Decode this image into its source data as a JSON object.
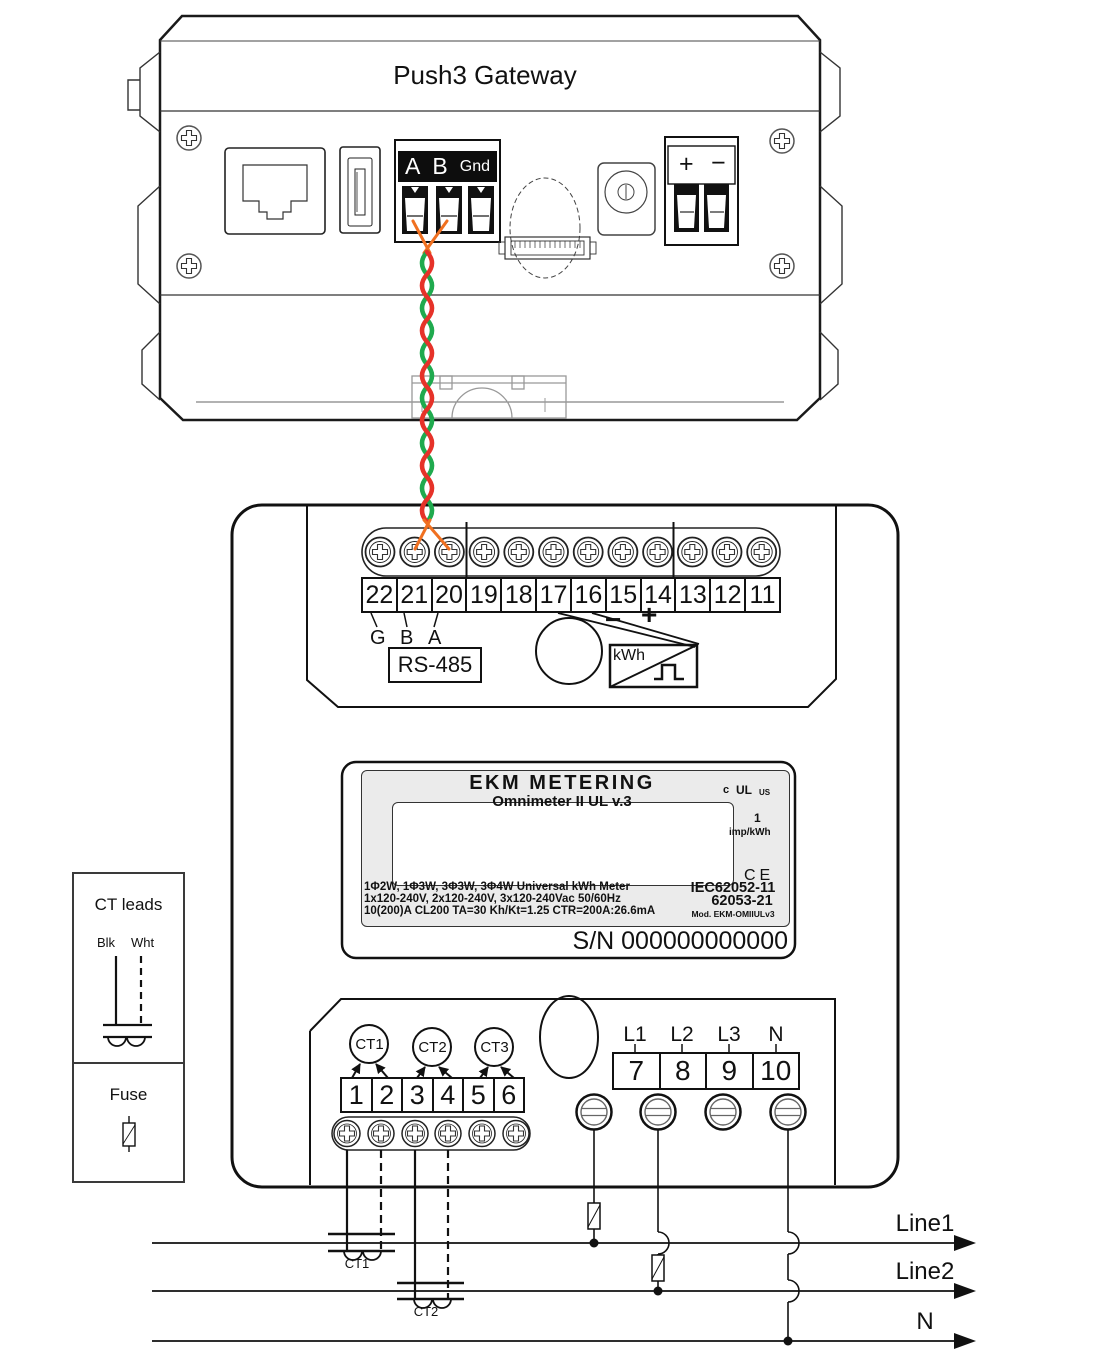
{
  "gateway": {
    "title": "Push3 Gateway",
    "rs485_port": {
      "a": "A",
      "b": "B",
      "gnd": "Gnd"
    },
    "power": {
      "plus": "+",
      "minus": "−"
    }
  },
  "meter": {
    "top_terminals": [
      "22",
      "21",
      "20",
      "19",
      "18",
      "17",
      "16",
      "15",
      "14",
      "13",
      "12",
      "11"
    ],
    "bus": {
      "g": "G",
      "b": "B",
      "a": "A"
    },
    "rs485_label": "RS-485",
    "pulse": {
      "minus": "−",
      "plus": "+",
      "kwh": "kWh"
    },
    "nameplate": {
      "brand": "EKM METERING",
      "model": "Omnimeter II UL v.3",
      "ul_c": "c",
      "ul": "UL",
      "ul_us": "US",
      "led_value": "1",
      "led_unit": "imp/kWh",
      "ce": "CE",
      "spec1": "1Φ2W, 1Φ3W, 3Φ3W, 3Φ4W Universal kWh Meter",
      "spec2": "1x120-240V, 2x120-240V, 3x120-240Vac  50/60Hz",
      "spec3": "10(200)A  CL200 TA=30 Kh/Kt=1.25 CTR=200A:26.6mA",
      "std1": "IEC62052-11",
      "std2": "62053-21",
      "model_code": "Mod. EKM-OMIIULv3",
      "serial": "S/N 000000000000"
    },
    "ct_circles": [
      "CT1",
      "CT2",
      "CT3"
    ],
    "ct_terminals": [
      "1",
      "2",
      "3",
      "4",
      "5",
      "6"
    ],
    "phase_labels": [
      "L1",
      "L2",
      "L3",
      "N"
    ],
    "phase_terminals": [
      "7",
      "8",
      "9",
      "10"
    ]
  },
  "legend": {
    "title": "CT leads",
    "black_lead": "Blk",
    "white_lead": "Wht",
    "fuse": "Fuse"
  },
  "feeders": {
    "line1": "Line1",
    "line2": "Line2",
    "neutral": "N",
    "ct1": "CT1",
    "ct2": "CT2"
  },
  "colors": {
    "wire_red": "#e63229",
    "wire_green": "#1faa4e",
    "wire_orange": "#f07020"
  }
}
